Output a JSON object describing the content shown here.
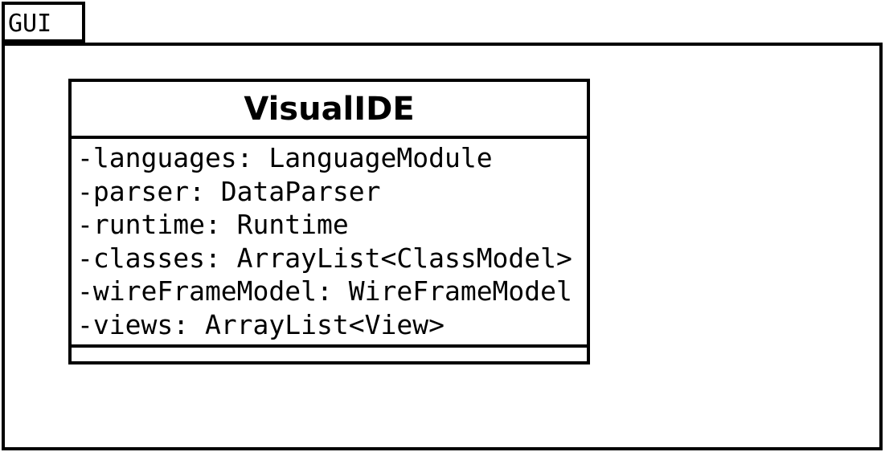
{
  "package": {
    "name": "GUI"
  },
  "class": {
    "name": "VisualIDE",
    "attributes": [
      "-languages: LanguageModule",
      "-parser: DataParser",
      "-runtime: Runtime",
      "-classes: ArrayList<ClassModel>",
      "-wireFrameModel: WireFrameModel",
      "-views: ArrayList<View>"
    ],
    "operations": []
  }
}
